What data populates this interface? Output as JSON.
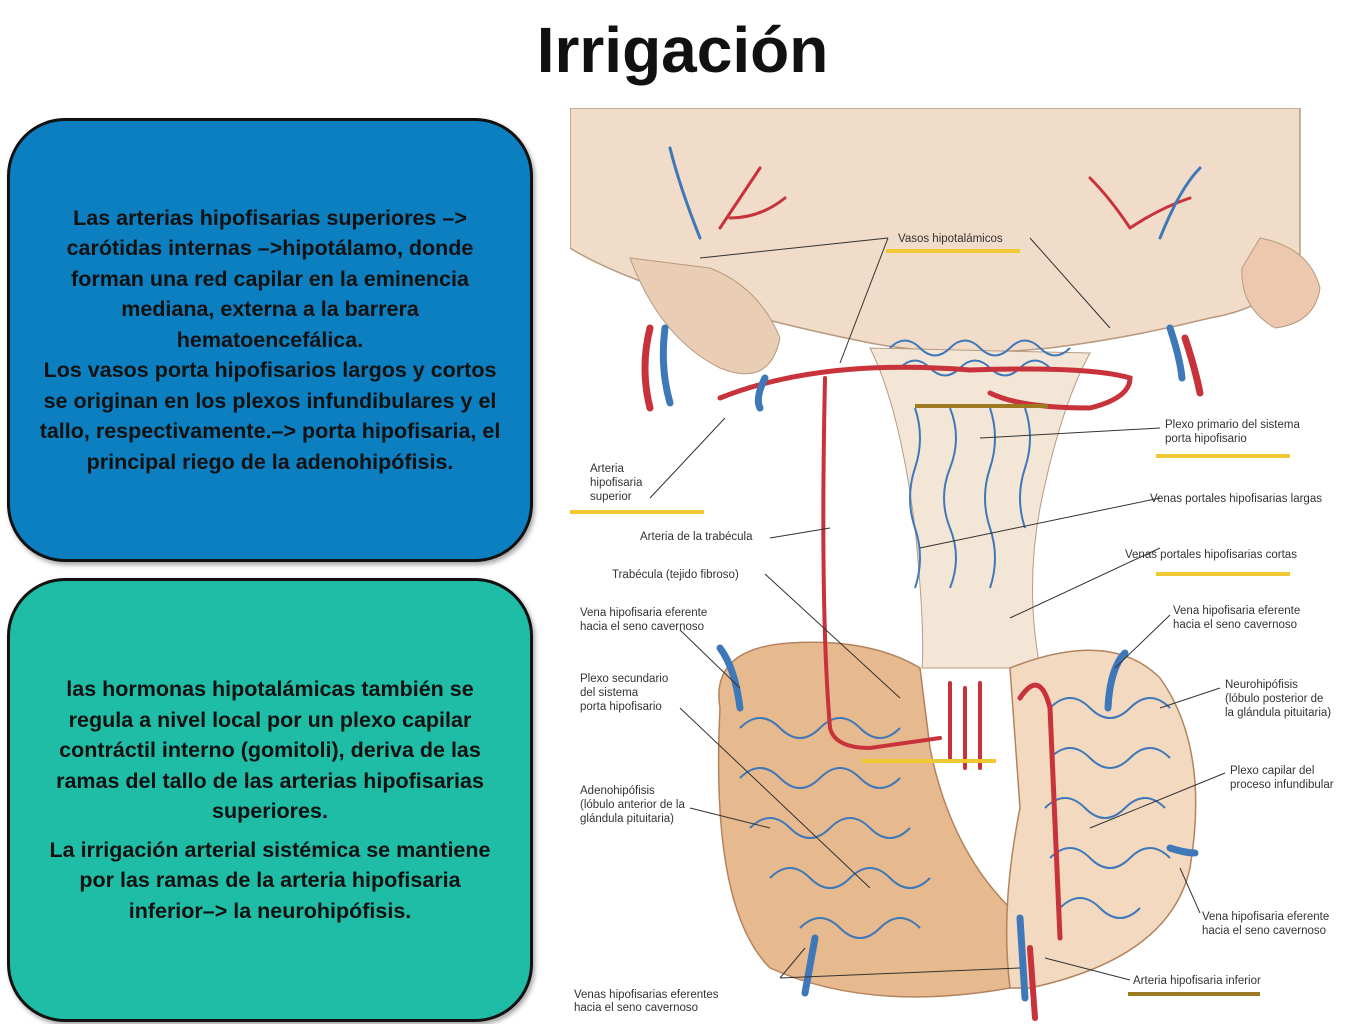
{
  "title": "Irrigación",
  "boxes": {
    "top": {
      "para1": "Las arterias hipofisarias superiores –> carótidas internas –>hipotálamo, donde forman una red capilar en la eminencia mediana, externa a la barrera hematoencefálica.",
      "para2": "Los vasos porta hipofisarios largos y cortos se originan en los plexos infundibulares y el tallo, respectivamente.–> porta hipofisaria, el principal riego de la adenohipófisis."
    },
    "bottom": {
      "para1": "las hormonas hipotalámicas también se regula a nivel local por un plexo capilar contráctil interno (gomitoli), deriva de las ramas del tallo de las arterias hipofisarias superiores.",
      "para2": "La irrigación arterial sistémica se mantiene por las ramas de la arteria hipofisaria inferior–> la neurohipófisis."
    }
  },
  "figure": {
    "labels": {
      "vasos_hipotalamicos": "Vasos hipotalámicos",
      "plexo_primario_1": "Plexo primario del sistema",
      "plexo_primario_2": "porta hipofisario",
      "arteria_sup_1": "Arteria",
      "arteria_sup_2": "hipofisaria",
      "arteria_sup_3": "superior",
      "venas_largas": "Venas portales hipofisarias largas",
      "arteria_trabecula": "Arteria de la trabécula",
      "venas_cortas": "Venas portales hipofisarias cortas",
      "trabecula": "Trabécula (tejido fibroso)",
      "vena_izq_1": "Vena hipofisaria eferente",
      "vena_izq_2": "hacia el seno cavernoso",
      "vena_der_1": "Vena hipofisaria eferente",
      "vena_der_2": "hacia el seno cavernoso",
      "neuro_1": "Neurohipófisis",
      "neuro_2": "(lóbulo posterior de",
      "neuro_3": "la glándula pituitaria)",
      "plexo_sec_1": "Plexo secundario",
      "plexo_sec_2": "del sistema",
      "plexo_sec_3": "porta hipofisario",
      "adeno_1": "Adenohipófisis",
      "adeno_2": "(lóbulo anterior de la",
      "adeno_3": "glándula pituitaria)",
      "plexo_capilar_1": "Plexo capilar del",
      "plexo_capilar_2": "proceso infundibular",
      "vena_inf_1": "Vena hipofisaria eferente",
      "vena_inf_2": "hacia el seno cavernoso",
      "venas_efer_1": "Venas hipofisarias eferentes",
      "venas_efer_2": "hacia el seno cavernoso",
      "arteria_inf": "Arteria hipofisaria inferior"
    },
    "colors": {
      "artery": "#c8323a",
      "vein": "#3f78b8",
      "underline_yellow": "#f0c834",
      "underline_brown": "#9c7a22"
    }
  }
}
